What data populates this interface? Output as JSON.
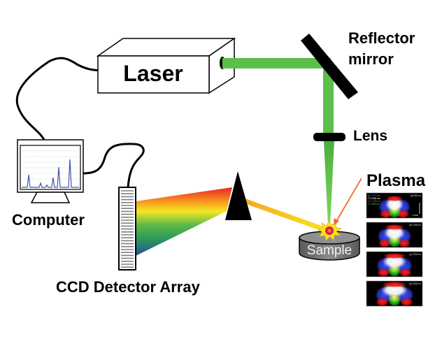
{
  "figure": {
    "title": "Laser-induced breakdown spectroscopy setup",
    "labels": {
      "laser": "Laser",
      "reflector_mirror_line1": "Reflector",
      "reflector_mirror_line2": "mirror",
      "lens": "Lens",
      "plasma": "Plasma",
      "sample": "Sample",
      "computer": "Computer",
      "ccd_detector": "CCD Detector Array"
    },
    "colors": {
      "laser_beam": "#5cbf4a",
      "mirror": "#000000",
      "sample_body": "#6d6d6d",
      "plasma_arrow": "#f26a2a",
      "spectrum_line": "#3a55b0",
      "plasma_image_bg": "#000000"
    },
    "spectrum_gradient": [
      "#e8232a",
      "#f7941d",
      "#f5e626",
      "#5cb947",
      "#2a9a5a",
      "#2a4f9a"
    ],
    "screen_spectrum_peaks": [
      0.45,
      0.15,
      0.08,
      0.35,
      0.72,
      1.0
    ],
    "plasma_images": [
      {
        "label": "(a) 500 ns",
        "legend": [
          "Al I 777 nm",
          "Ti II 335 nm",
          "Cu I 386 nm",
          "C I 248 nm"
        ],
        "scale_bar": "1 mm"
      },
      {
        "label": "(b) 1000 ns"
      },
      {
        "label": "(c) 2000 ns"
      },
      {
        "label": "(d) 4000 ns"
      }
    ]
  }
}
